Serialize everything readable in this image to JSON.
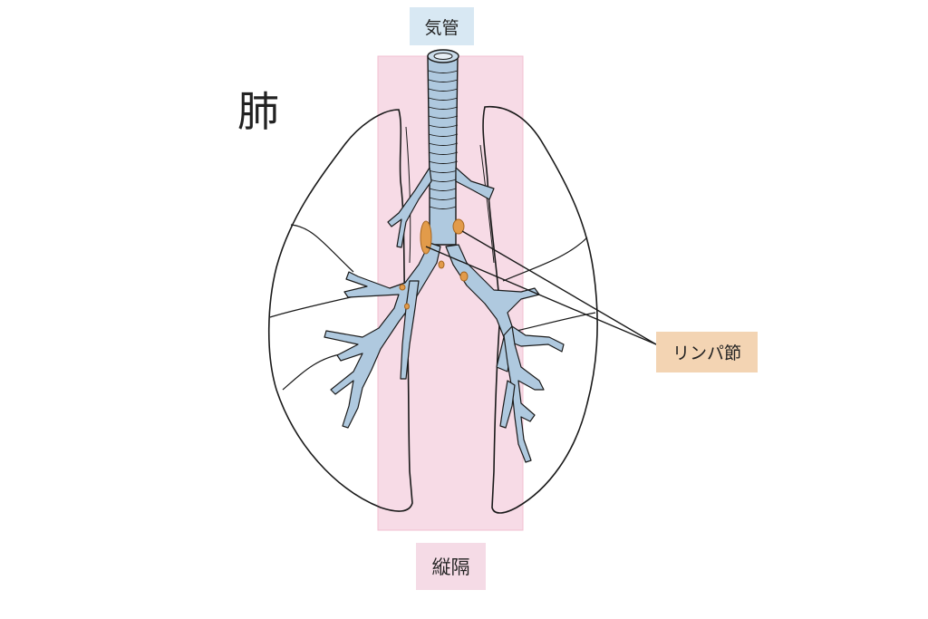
{
  "labels": {
    "trachea": "気管",
    "lymph_node": "リンパ節",
    "mediastinum": "縦隔",
    "lung": "肺"
  },
  "colors": {
    "trachea_label_bg": "#d8e8f3",
    "lymph_label_bg": "#f3d4b3",
    "mediastinum_bg": "#f7dbe6",
    "mediastinum_label_bg": "#f5dbe6",
    "airway_fill": "#afc9df",
    "lymph_node_fill": "#e29b4a",
    "outline": "#1a1a1a"
  }
}
